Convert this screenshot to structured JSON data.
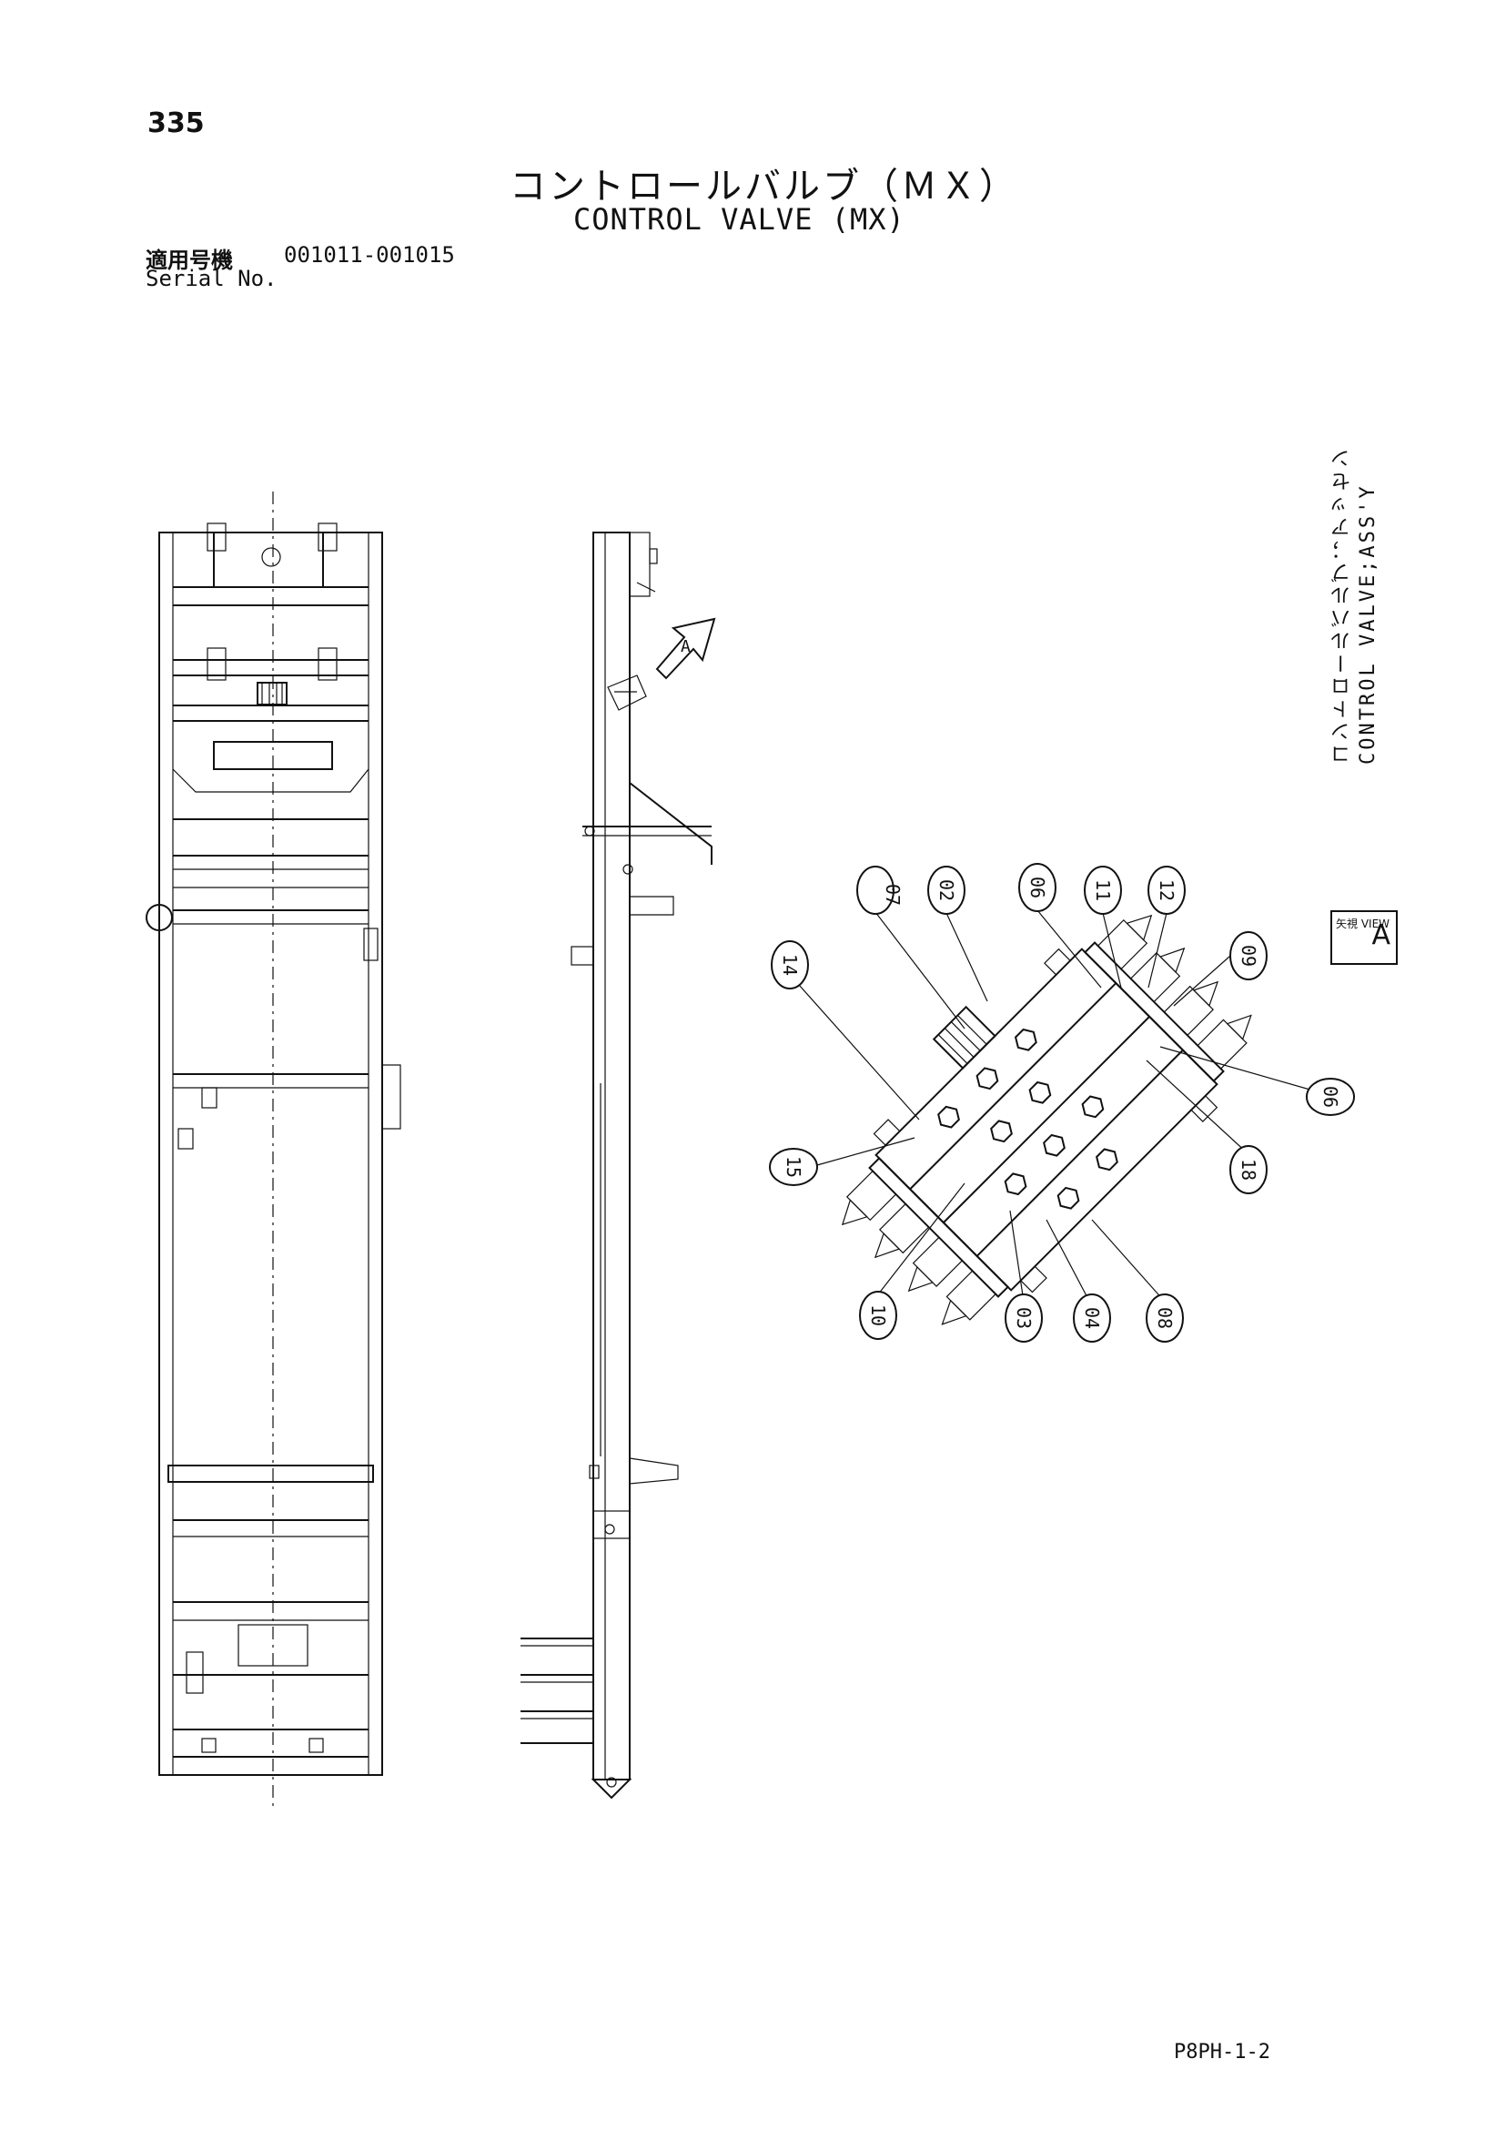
{
  "page_number": "335",
  "title_ja": "コントロールバルブ（ＭＸ）",
  "title_en": "CONTROL VALVE (MX)",
  "serial": {
    "label_ja": "適用号機",
    "range": "001011-001015",
    "label_en": "Serial No."
  },
  "assembly_note": {
    "ja": "コントロールバルブ；アッセン",
    "en": "CONTROL VALVE;ASS'Y"
  },
  "view": {
    "label": "矢視 VIEW",
    "letter": "A",
    "arrow_letter": "A"
  },
  "callouts": [
    "07",
    "02",
    "06",
    "11",
    "12",
    "09",
    "14",
    "15",
    "06",
    "18",
    "10",
    "03",
    "04",
    "08"
  ],
  "doc_code": "P8PH-1-2"
}
